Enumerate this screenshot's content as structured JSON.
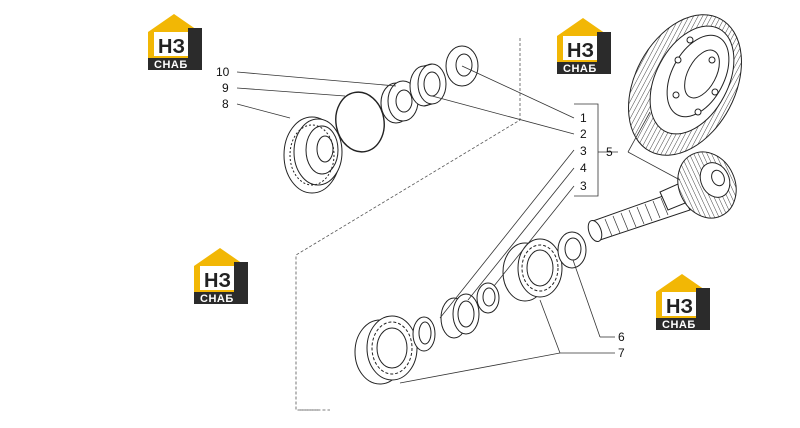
{
  "watermark": {
    "top_text": "НЗ",
    "bottom_text": "СНАБ",
    "color_accent": "#f2b705",
    "color_dark": "#2b2b2b"
  },
  "callouts": {
    "n1": "1",
    "n2": "2",
    "n3a": "3",
    "n4": "4",
    "n3b": "3",
    "n5": "5",
    "n6": "6",
    "n7": "7",
    "n8": "8",
    "n9": "9",
    "n10": "10"
  }
}
